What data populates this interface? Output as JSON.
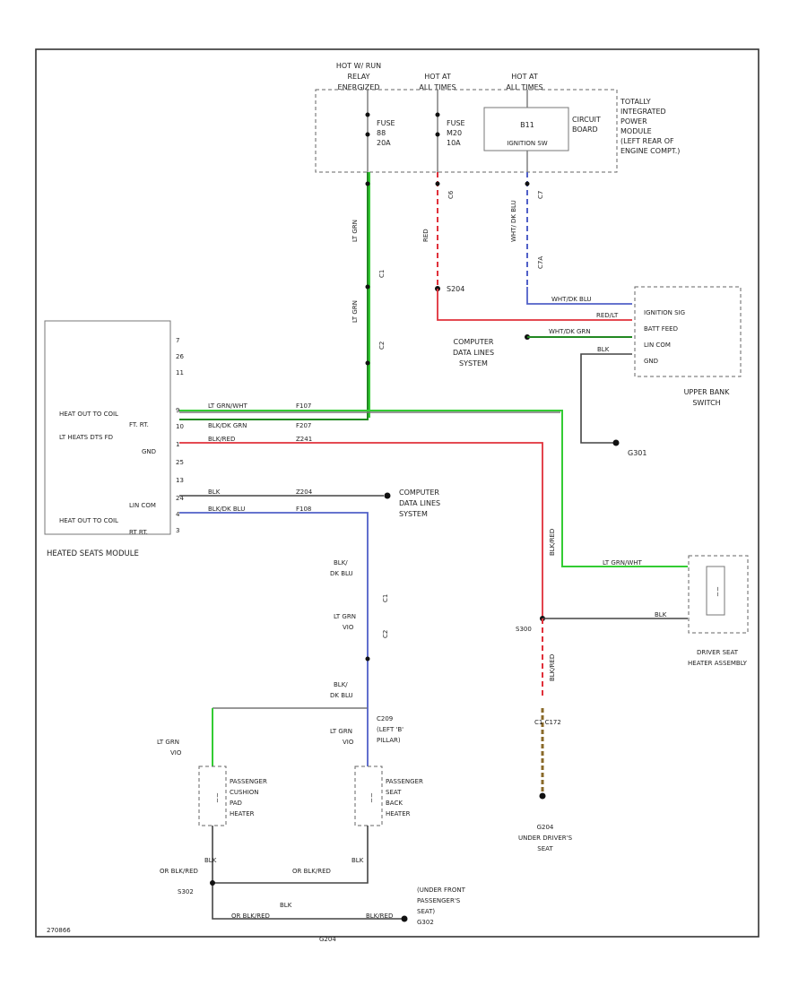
{
  "relay": {
    "line1": "HOT W/ RUN",
    "line2": "RELAY",
    "line3": "ENERGIZED"
  },
  "hot_at_all_times_1": {
    "line1": "HOT AT",
    "line2": "ALL TIMES"
  },
  "hot_at_all_times_2": {
    "line1": "HOT AT",
    "line2": "ALL TIMES"
  },
  "fuse1": {
    "line1": "FUSE",
    "line2": "88",
    "line3": "20A"
  },
  "fuse2": {
    "line1": "FUSE",
    "line2": "M20",
    "line3": "10A"
  },
  "circuit_board": {
    "id": "B11",
    "sub": "IGNITION SW",
    "tag1": "CIRCUIT",
    "tag2": "BOARD"
  },
  "tipm": {
    "line1": "TOTALLY",
    "line2": "INTEGRATED",
    "line3": "POWER",
    "line4": "MODULE",
    "line5": "(LEFT REAR OF",
    "line6": "ENGINE COMPT.)"
  },
  "wire_labels": {
    "lt_grn_a": "LT GRN",
    "lt_grn_b": "LT GRN",
    "c_r1": "C1",
    "c_r2": "C2",
    "red_v": "RED",
    "c_red": "C6",
    "wht_dk_blu": "WHT/ DK BLU",
    "c_blu": "C7",
    "c_blu2": "C7A",
    "s204": "S204",
    "wht_dk_blu_h": "WHT/DK BLU",
    "red_h": "RED/LT",
    "wht_dk_grn": "WHT/DK GRN",
    "blk_h": "BLK",
    "lt_grn_wht_h": "LT GRN/WHT",
    "blk_grn_h": "BLK/DK GRN",
    "blk_red_h": "BLK/RED",
    "f107": "F107",
    "f207": "F207",
    "z241": "Z241",
    "blk_l": "BLK",
    "z204": "Z204",
    "blk_dkblu_l": "BLK/DK BLU",
    "f108": "F108",
    "blk_dk_blu_v": "BLK/",
    "dk_blu_v": "DK BLU",
    "c_v1": "C1",
    "lt_grn_v": "LT GRN",
    "vio_v": "VIO",
    "c_v2": "C2",
    "blk_dk_blu_v2": "BLK/",
    "dk_blu_v2": "DK BLU",
    "lt_grn_v2": "LT GRN",
    "vio_v2": "VIO",
    "lt_grn_pad": "LT GRN",
    "vio_pad": "VIO",
    "lt_grn_wht_r": "LT GRN/WHT",
    "blk_r": "BLK",
    "blk_or_v": "BLK/RED",
    "blk_or_v2": "BLK/RED",
    "c_ctr": "C1 C172",
    "s300": "S300",
    "s302": "S302",
    "blk_or_blk_red": "BLK",
    "or_blk_red": "OR BLK/RED",
    "blk_or_blk_red2": "BLK",
    "or_blk_red2": "OR BLK/RED",
    "blk_bot": "BLK",
    "blk_or_bot": "OR BLK/RED",
    "blk_or_bot2": "BLK/RED",
    "g204": "G204",
    "g301": "G301",
    "g302": "G302",
    "c209": "C209"
  },
  "computer_data_1": {
    "line1": "COMPUTER",
    "line2": "DATA LINES",
    "line3": "SYSTEM"
  },
  "computer_data_2": {
    "line1": "COMPUTER",
    "line2": "DATA LINES",
    "line3": "SYSTEM"
  },
  "upper_switch": {
    "pin1": "IGNITION SIG",
    "pin2": "BATT FEED",
    "pin3": "LIN COM",
    "pin4": "GND",
    "name1": "UPPER BANK",
    "name2": "SWITCH"
  },
  "heated_seats_module": {
    "pins": [
      "7",
      "26",
      "11",
      "9",
      "10",
      "1",
      "25",
      "13",
      "24",
      "4",
      "3"
    ],
    "labels": {
      "heat_out_1": "HEAT OUT TO COIL",
      "heat_out_1b": "FT. RT.",
      "lt_heats": "LT HEATS DTS FD",
      "gnd": "GND",
      "lin_com": "LIN COM",
      "heat_out_2": "HEAT OUT TO COIL",
      "heat_out_2b": "RT RT."
    },
    "name": "HEATED SEATS MODULE"
  },
  "driver_heater": {
    "line1": "DRIVER SEAT",
    "line2": "HEATER ASSEMBLY"
  },
  "under_driver": {
    "line1": "UNDER DRIVER'S",
    "line2": "SEAT"
  },
  "passenger_cushion": {
    "line1": "PASSENGER",
    "line2": "CUSHION",
    "line3": "PAD",
    "line4": "HEATER"
  },
  "passenger_back": {
    "line1": "PASSENGER",
    "line2": "SEAT",
    "line3": "BACK",
    "line4": "HEATER"
  },
  "left_b_pillar": {
    "line1": "(LEFT 'B'",
    "line2": "PILLAR)"
  },
  "under_front_pass": {
    "line1": "(UNDER FRONT",
    "line2": "PASSENGER'S",
    "line3": "SEAT)"
  },
  "footer_id": "270866"
}
